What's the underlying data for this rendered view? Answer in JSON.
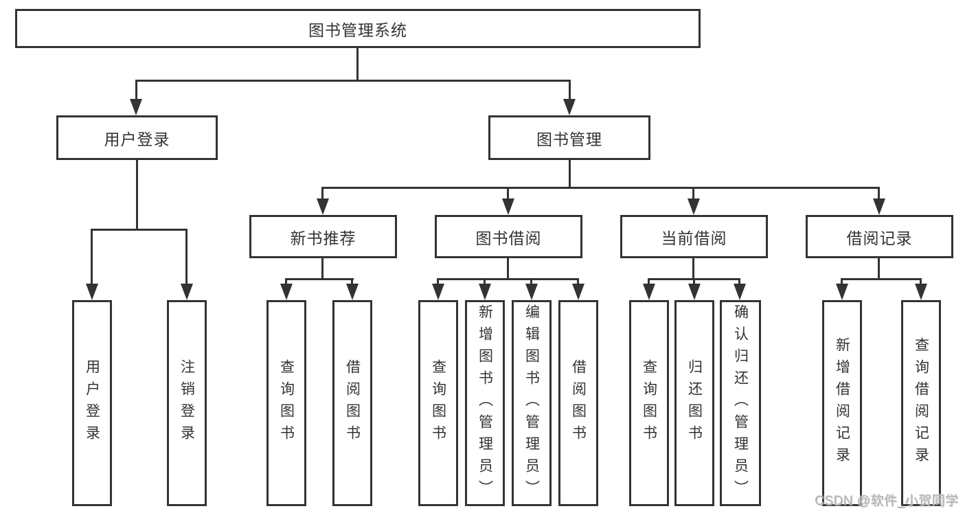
{
  "diagram": {
    "title": "图书管理系统",
    "branches": [
      {
        "label": "用户登录",
        "children": [
          "用户登录",
          "注销登录"
        ]
      },
      {
        "label": "图书管理",
        "children": [
          {
            "label": "新书推荐",
            "children": [
              "查询图书",
              "借阅图书"
            ]
          },
          {
            "label": "图书借阅",
            "children": [
              "查询图书",
              "新增图书（管理员）",
              "编辑图书（管理员）",
              "借阅图书"
            ]
          },
          {
            "label": "当前借阅",
            "children": [
              "查询图书",
              "归还图书",
              "确认归还（管理员）"
            ]
          },
          {
            "label": "借阅记录",
            "children": [
              "新增借阅记录",
              "查询借阅记录"
            ]
          }
        ]
      }
    ],
    "watermark": "CSDN @软件_小贺同学",
    "colors": {
      "line": "#333333",
      "text": "#333333",
      "background": "#ffffff",
      "watermark": "#b4b4b4"
    }
  }
}
